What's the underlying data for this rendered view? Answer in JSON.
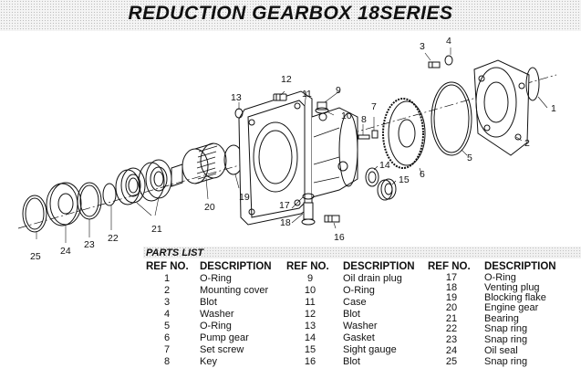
{
  "title": "REDUCTION GEARBOX 18SERIES",
  "callouts": [
    "1",
    "2",
    "3",
    "4",
    "5",
    "6",
    "7",
    "8",
    "9",
    "10",
    "11",
    "12",
    "13",
    "14",
    "15",
    "16",
    "17",
    "18",
    "19",
    "20",
    "21",
    "22",
    "23",
    "24",
    "25"
  ],
  "parts_list": {
    "title": "PARTS LIST",
    "headers": {
      "ref": "REF NO.",
      "desc": "DESCRIPTION"
    },
    "columns": [
      [
        {
          "ref": "1",
          "desc": "O-Ring"
        },
        {
          "ref": "2",
          "desc": "Mounting cover"
        },
        {
          "ref": "3",
          "desc": "Blot"
        },
        {
          "ref": "4",
          "desc": "Washer"
        },
        {
          "ref": "5",
          "desc": "O-Ring"
        },
        {
          "ref": "6",
          "desc": "Pump gear"
        },
        {
          "ref": "7",
          "desc": "Set screw"
        },
        {
          "ref": "8",
          "desc": "Key"
        }
      ],
      [
        {
          "ref": "9",
          "desc": "Oil drain plug"
        },
        {
          "ref": "10",
          "desc": "O-Ring"
        },
        {
          "ref": "11",
          "desc": "Case"
        },
        {
          "ref": "12",
          "desc": "Blot"
        },
        {
          "ref": "13",
          "desc": "Washer"
        },
        {
          "ref": "14",
          "desc": "Gasket"
        },
        {
          "ref": "15",
          "desc": "Sight gauge"
        },
        {
          "ref": "16",
          "desc": "Blot"
        }
      ],
      [
        {
          "ref": "17",
          "desc": "O-Ring"
        },
        {
          "ref": "18",
          "desc": "Venting plug"
        },
        {
          "ref": "19",
          "desc": "Blocking flake"
        },
        {
          "ref": "20",
          "desc": "Engine gear"
        },
        {
          "ref": "21",
          "desc": "Bearing"
        },
        {
          "ref": "22",
          "desc": "Snap ring"
        },
        {
          "ref": "23",
          "desc": "Snap ring"
        },
        {
          "ref": "24",
          "desc": "Oil seal"
        },
        {
          "ref": "25",
          "desc": "Snap ring"
        }
      ]
    ]
  }
}
